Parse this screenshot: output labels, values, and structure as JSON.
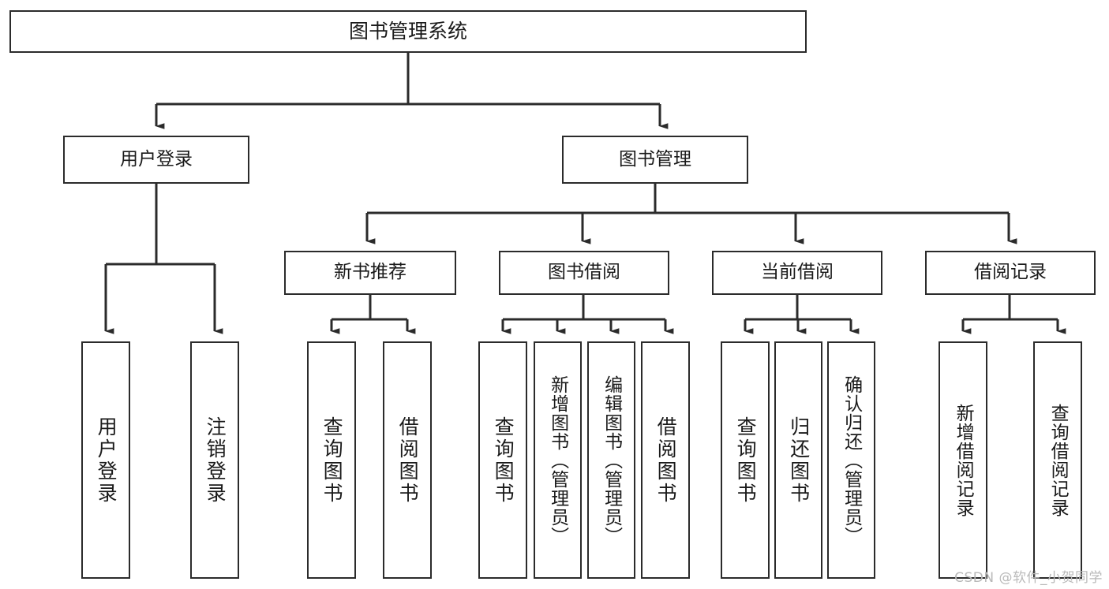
{
  "diagram": {
    "title": "图书管理系统",
    "type": "functional-structure-tree",
    "watermark": "CSDN @软件_小贺同学",
    "levels": {
      "root": {
        "id": "root",
        "label": "图书管理系统"
      },
      "level2": [
        {
          "id": "user-login",
          "label": "用户登录"
        },
        {
          "id": "book-manage",
          "label": "图书管理"
        }
      ],
      "level3": [
        {
          "id": "new-book-rec",
          "label": "新书推荐",
          "parent": "book-manage"
        },
        {
          "id": "book-borrow",
          "label": "图书借阅",
          "parent": "book-manage"
        },
        {
          "id": "current-borrow",
          "label": "当前借阅",
          "parent": "book-manage"
        },
        {
          "id": "borrow-record",
          "label": "借阅记录",
          "parent": "book-manage"
        }
      ],
      "level4": [
        {
          "id": "leaf-user-login",
          "label": "用户登录",
          "parent": "user-login"
        },
        {
          "id": "leaf-user-logout",
          "label": "注销登录",
          "parent": "user-login"
        },
        {
          "id": "leaf-query-book-1",
          "label": "查询图书",
          "parent": "new-book-rec"
        },
        {
          "id": "leaf-borrow-book-1",
          "label": "借阅图书",
          "parent": "new-book-rec"
        },
        {
          "id": "leaf-query-book-2",
          "label": "查询图书",
          "parent": "book-borrow"
        },
        {
          "id": "leaf-add-book",
          "label": "新增图书（管理员）",
          "parent": "book-borrow"
        },
        {
          "id": "leaf-edit-book",
          "label": "编辑图书（管理员）",
          "parent": "book-borrow"
        },
        {
          "id": "leaf-borrow-book-2",
          "label": "借阅图书",
          "parent": "book-borrow"
        },
        {
          "id": "leaf-query-book-3",
          "label": "查询图书",
          "parent": "current-borrow"
        },
        {
          "id": "leaf-return-book",
          "label": "归还图书",
          "parent": "current-borrow"
        },
        {
          "id": "leaf-confirm-return",
          "label": "确认归还（管理员）",
          "parent": "current-borrow"
        },
        {
          "id": "leaf-add-record",
          "label": "新增借阅记录",
          "parent": "borrow-record"
        },
        {
          "id": "leaf-query-record",
          "label": "查询借阅记录",
          "parent": "borrow-record"
        }
      ]
    },
    "colors": {
      "stroke": "#2b2b2b",
      "fill": "#ffffff",
      "text": "#1a1a1a",
      "watermark": "#b9b9b9"
    }
  }
}
